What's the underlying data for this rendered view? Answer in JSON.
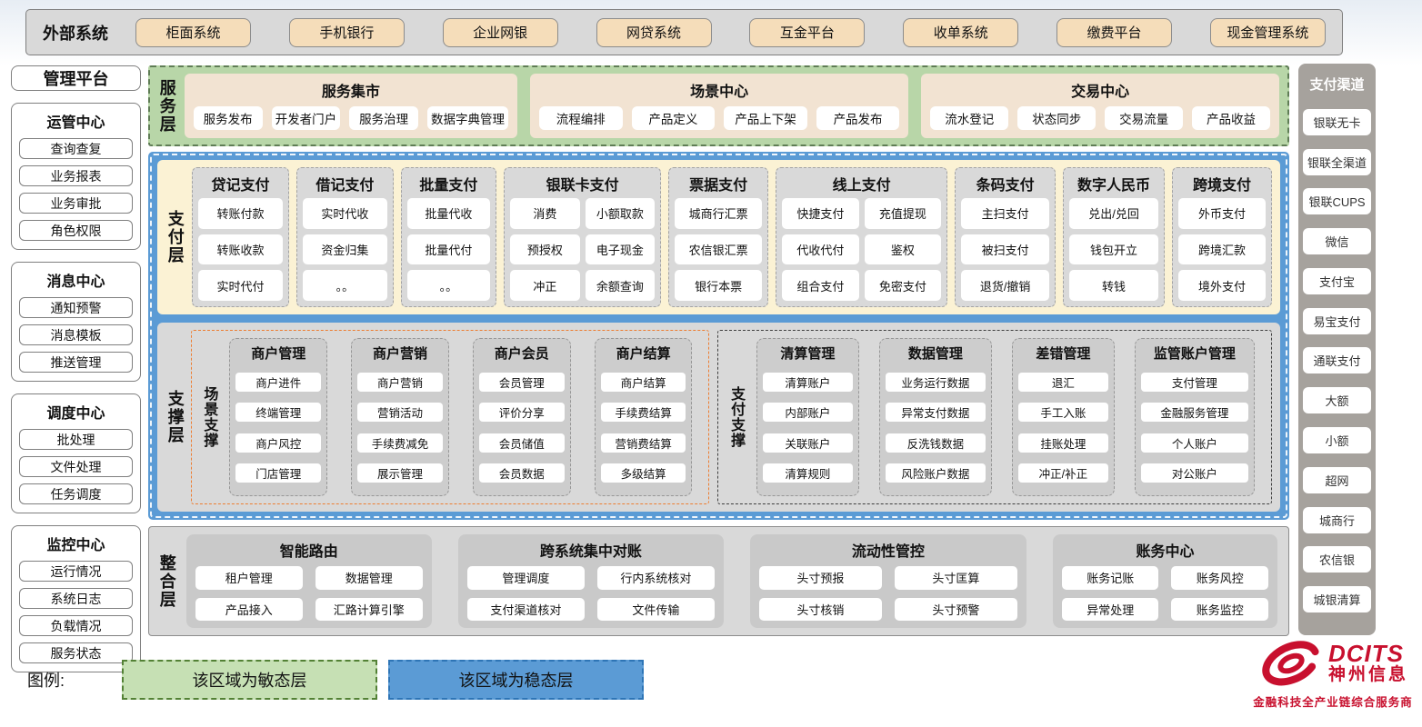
{
  "external_systems": {
    "label": "外部系统",
    "items": [
      "柜面系统",
      "手机银行",
      "企业网银",
      "网贷系统",
      "互金平台",
      "收单系统",
      "缴费平台",
      "现金管理系统"
    ]
  },
  "management_platform": {
    "title": "管理平台",
    "sections": [
      {
        "title": "运管中心",
        "items": [
          "查询查复",
          "业务报表",
          "业务审批",
          "角色权限"
        ]
      },
      {
        "title": "消息中心",
        "items": [
          "通知预警",
          "消息模板",
          "推送管理"
        ]
      },
      {
        "title": "调度中心",
        "items": [
          "批处理",
          "文件处理",
          "任务调度"
        ]
      },
      {
        "title": "监控中心",
        "items": [
          "运行情况",
          "系统日志",
          "负载情况",
          "服务状态"
        ]
      }
    ]
  },
  "service_layer": {
    "label": "服务层",
    "groups": [
      {
        "title": "服务集市",
        "items": [
          "服务发布",
          "开发者门户",
          "服务治理",
          "数据字典管理"
        ]
      },
      {
        "title": "场景中心",
        "items": [
          "流程编排",
          "产品定义",
          "产品上下架",
          "产品发布"
        ]
      },
      {
        "title": "交易中心",
        "items": [
          "流水登记",
          "状态同步",
          "交易流量",
          "产品收益"
        ]
      }
    ]
  },
  "payment_layer": {
    "label": "支付层",
    "columns": [
      {
        "title": "贷记支付",
        "items": [
          "转账付款",
          "转账收款",
          "实时代付"
        ]
      },
      {
        "title": "借记支付",
        "items": [
          "实时代收",
          "资金归集",
          "。。"
        ]
      },
      {
        "title": "批量支付",
        "items": [
          "批量代收",
          "批量代付",
          "。。"
        ]
      },
      {
        "title": "银联卡支付",
        "items": [
          "消费",
          "小额取款",
          "预授权",
          "电子现金",
          "冲正",
          "余额查询"
        ]
      },
      {
        "title": "票据支付",
        "items": [
          "城商行汇票",
          "农信银汇票",
          "银行本票"
        ]
      },
      {
        "title": "线上支付",
        "items": [
          "快捷支付",
          "充值提现",
          "代收代付",
          "鉴权",
          "组合支付",
          "免密支付"
        ]
      },
      {
        "title": "条码支付",
        "items": [
          "主扫支付",
          "被扫支付",
          "退货/撤销"
        ]
      },
      {
        "title": "数字人民币",
        "items": [
          "兑出/兑回",
          "钱包开立",
          "转钱"
        ]
      },
      {
        "title": "跨境支付",
        "items": [
          "外币支付",
          "跨境汇款",
          "境外支付"
        ]
      }
    ]
  },
  "support_layer": {
    "label": "支撑层",
    "groups": [
      {
        "label": "场景支撑",
        "columns": [
          {
            "title": "商户管理",
            "items": [
              "商户进件",
              "终端管理",
              "商户风控",
              "门店管理"
            ]
          },
          {
            "title": "商户营销",
            "items": [
              "商户营销",
              "营销活动",
              "手续费减免",
              "展示管理"
            ]
          },
          {
            "title": "商户会员",
            "items": [
              "会员管理",
              "评价分享",
              "会员储值",
              "会员数据"
            ]
          },
          {
            "title": "商户结算",
            "items": [
              "商户结算",
              "手续费结算",
              "营销费结算",
              "多级结算"
            ]
          }
        ]
      },
      {
        "label": "支付支撑",
        "columns": [
          {
            "title": "清算管理",
            "items": [
              "清算账户",
              "内部账户",
              "关联账户",
              "清算规则"
            ]
          },
          {
            "title": "数据管理",
            "items": [
              "业务运行数据",
              "异常支付数据",
              "反洗钱数据",
              "风险账户数据"
            ]
          },
          {
            "title": "差错管理",
            "items": [
              "退汇",
              "手工入账",
              "挂账处理",
              "冲正/补正"
            ]
          },
          {
            "title": "监管账户管理",
            "items": [
              "支付管理",
              "金融服务管理",
              "个人账户",
              "对公账户"
            ]
          }
        ]
      }
    ]
  },
  "integration_layer": {
    "label": "整合层",
    "panels": [
      {
        "title": "智能路由",
        "items": [
          "租户管理",
          "数据管理",
          "产品接入",
          "汇路计算引擎"
        ]
      },
      {
        "title": "跨系统集中对账",
        "items": [
          "管理调度",
          "行内系统核对",
          "支付渠道核对",
          "文件传输"
        ]
      },
      {
        "title": "流动性管控",
        "items": [
          "头寸预报",
          "头寸匡算",
          "头寸核销",
          "头寸预警"
        ]
      },
      {
        "title": "账务中心",
        "items": [
          "账务记账",
          "账务风控",
          "异常处理",
          "账务监控"
        ]
      }
    ]
  },
  "payment_channels": {
    "title": "支付渠道",
    "items": [
      "银联无卡",
      "银联全渠道",
      "银联CUPS",
      "微信",
      "支付宝",
      "易宝支付",
      "通联支付",
      "大额",
      "小额",
      "超网",
      "城商行",
      "农信银",
      "城银清算"
    ]
  },
  "legend": {
    "label": "图例:",
    "agile": "该区域为敏态层",
    "stable": "该区域为稳态层"
  },
  "logo": {
    "brand": "DCITS",
    "name": "神州信息",
    "tagline": "金融科技全产业链综合服务商"
  },
  "colors": {
    "agile_green": "#c6e0b4",
    "stable_blue": "#5b9bd5",
    "panel_cream": "#fbf2d4",
    "panel_tan": "#f2e3d2",
    "panel_gray": "#d9d9d9",
    "scene_border_orange": "#ed7d31",
    "brand_red": "#c8102e"
  }
}
